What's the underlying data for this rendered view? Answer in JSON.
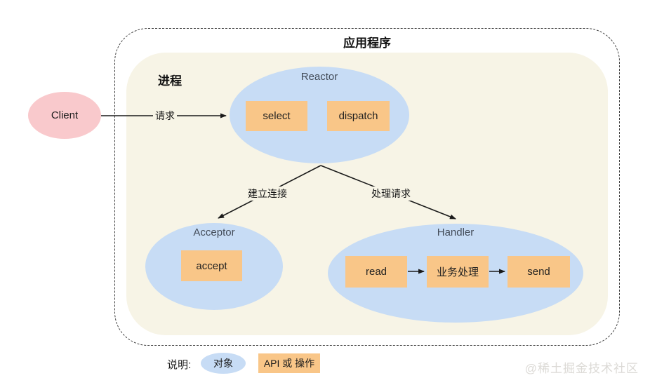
{
  "frame": {
    "title": "应用程序",
    "process_label": "进程"
  },
  "client": {
    "label": "Client"
  },
  "edges": {
    "request": "请求",
    "establish_connection": "建立连接",
    "handle_request": "处理请求"
  },
  "reactor": {
    "label": "Reactor",
    "boxes": [
      "select",
      "dispatch"
    ]
  },
  "acceptor": {
    "label": "Acceptor",
    "boxes": [
      "accept"
    ]
  },
  "handler": {
    "label": "Handler",
    "boxes": [
      "read",
      "业务处理",
      "send"
    ]
  },
  "legend": {
    "title": "说明:",
    "object_label": "对象",
    "api_label": "API 或 操作"
  },
  "watermark": "@稀土掘金技术社区",
  "colors": {
    "panel-bg": "#f7f4e6",
    "ellipse-blue": "#c7dcf5",
    "box-orange": "#f9c688",
    "client-pink": "#f9c9cc",
    "line": "#1a1a1a",
    "ellipse-label": "#434c59",
    "watermark": "#dcdad6"
  }
}
